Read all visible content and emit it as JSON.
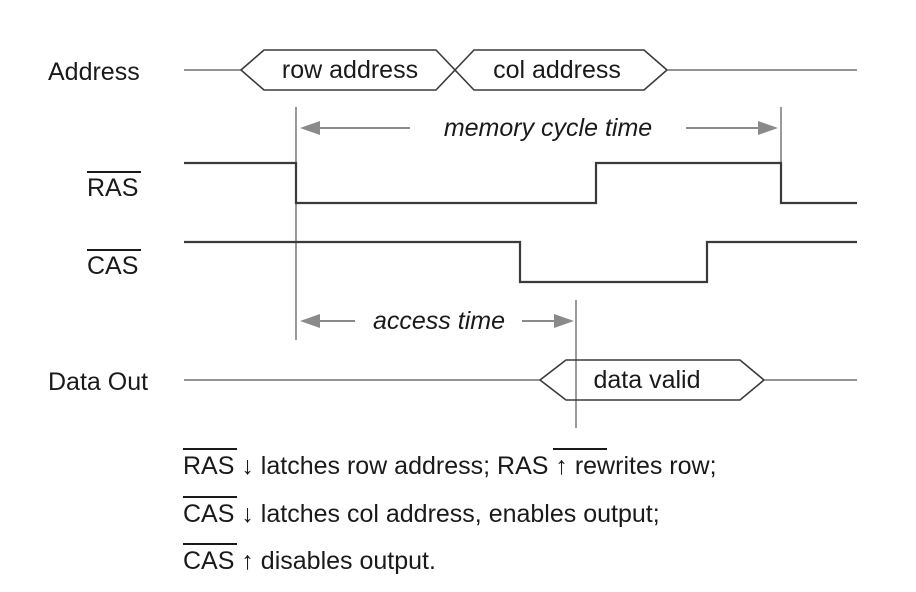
{
  "signals": {
    "address": "Address",
    "ras": "RAS",
    "cas": "CAS",
    "data_out": "Data Out"
  },
  "bus_labels": {
    "row_address": "row address",
    "col_address": "col address",
    "data_valid": "data valid"
  },
  "timing": {
    "memory_cycle_time": "memory cycle time",
    "access_time": "access time"
  },
  "notes": [
    {
      "s1": "RAS",
      "t1": " ↓ latches row address; ",
      "s2": "RAS",
      "t2": " ↑ rewrites row;"
    },
    {
      "s1": "CAS",
      "t1": " ↓ latches col address, enables output;"
    },
    {
      "s1": "CAS",
      "t1": " ↑ disables output."
    }
  ]
}
